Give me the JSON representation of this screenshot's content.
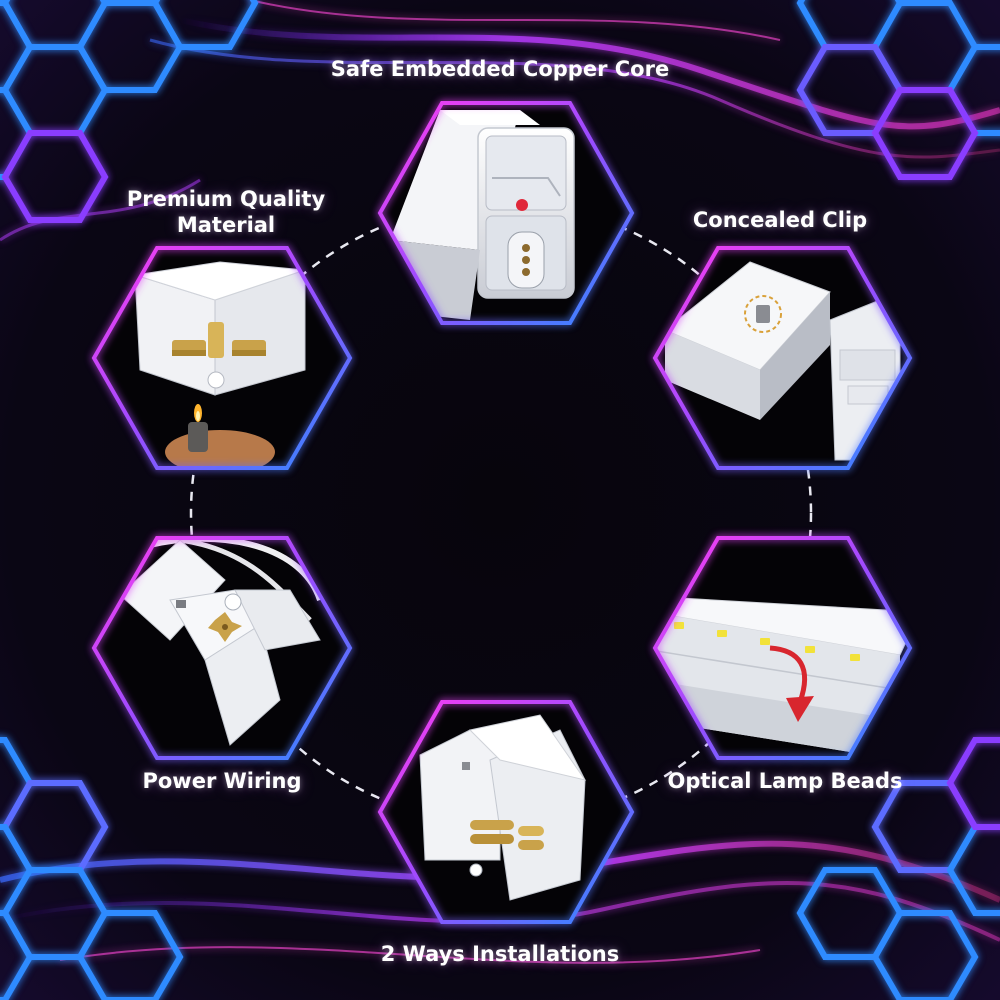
{
  "labels": {
    "safe_embedded_copper_core": "Safe Embedded Copper Core",
    "premium_quality_material_line1": "Premium Quality",
    "premium_quality_material_line2": "Material",
    "concealed_clip": "Concealed Clip",
    "power_wiring": "Power Wiring",
    "optical_lamp_beads": "Optical Lamp Beads",
    "two_ways_installations": "2 Ways Installations"
  },
  "colors": {
    "background": "#05030a",
    "neon_blue": "#2f7bff",
    "neon_magenta": "#e040ff",
    "neon_purple": "#8a3cff",
    "product_white": "#eef0f4",
    "copper": "#c9a24a",
    "bead_yellow": "#f2e23a",
    "arrow_red": "#d8262e"
  },
  "icons": {
    "frame_shape": "hexagon",
    "decor_shape": "neon-hexagon-grid"
  }
}
